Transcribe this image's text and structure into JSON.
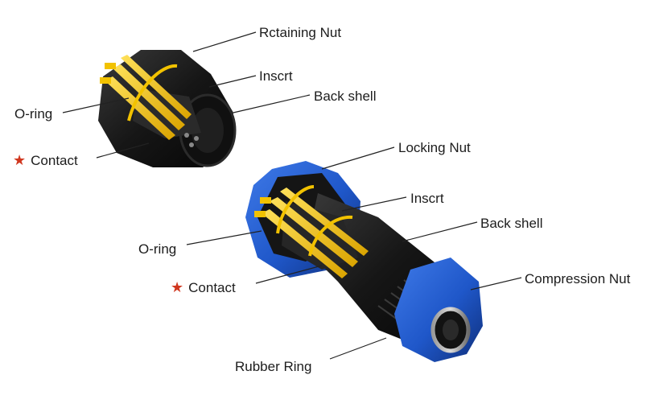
{
  "colors": {
    "body": "#161616",
    "body_highlight": "#3a3a3a",
    "accent_blue": "#1f57c9",
    "accent_blue_dark": "#0f2f7a",
    "contact_gold": "#f2c200",
    "leader_line": "#222222",
    "star": "#d0371f"
  },
  "diagram": {
    "top_connector": {
      "labels": {
        "retaining_nut": "Rctaining Nut",
        "insert": "Inscrt",
        "back_shell": "Back shell",
        "o_ring": "O-ring",
        "contact": "Contact"
      }
    },
    "bottom_connector": {
      "labels": {
        "locking_nut": "Locking Nut",
        "insert": "Inscrt",
        "back_shell": "Back shell",
        "o_ring": "O-ring",
        "contact": "Contact",
        "compression_nut": "Compression Nut",
        "rubber_ring": "Rubber Ring"
      }
    },
    "marker_icon": "star-icon"
  }
}
